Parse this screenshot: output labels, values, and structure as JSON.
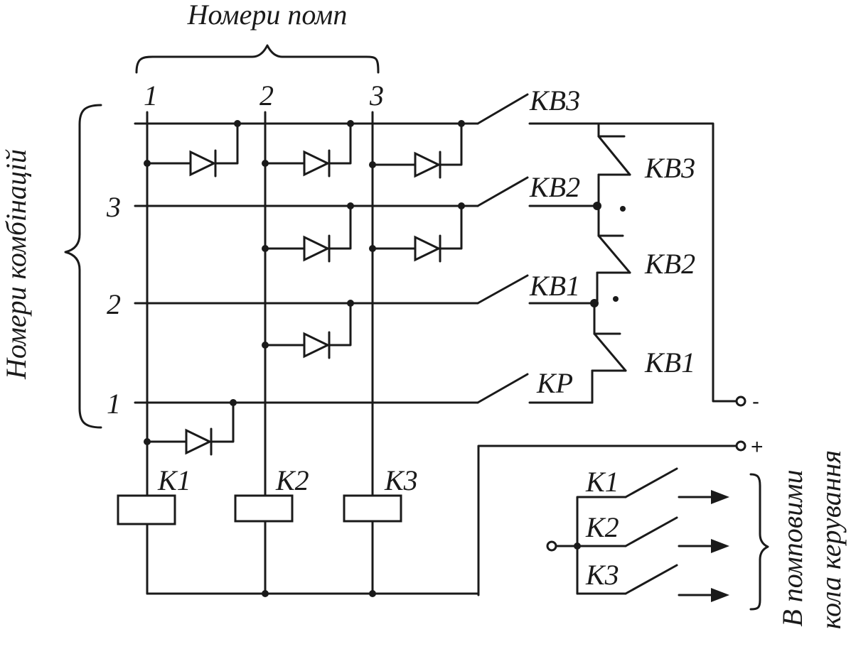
{
  "headings": {
    "pumps": "Номери помп",
    "combinations": "Номери комбінацій",
    "output_line1": "В помповими",
    "output_line2": "кола керування"
  },
  "pump_numbers": [
    "1",
    "2",
    "3"
  ],
  "combination_numbers": [
    "3",
    "2",
    "1"
  ],
  "relay_coils": [
    "K1",
    "K2",
    "K3"
  ],
  "switch_labels": {
    "kv3_top": "KB3",
    "kv2_top": "KB2",
    "kv1_top": "KB1",
    "kp": "KP",
    "kv3_right": "KB3",
    "kv2_right": "KB2",
    "kv1_right": "KB1"
  },
  "output_contacts": [
    "K1",
    "K2",
    "K3"
  ],
  "terminals": {
    "minus": "-",
    "plus": "+"
  }
}
